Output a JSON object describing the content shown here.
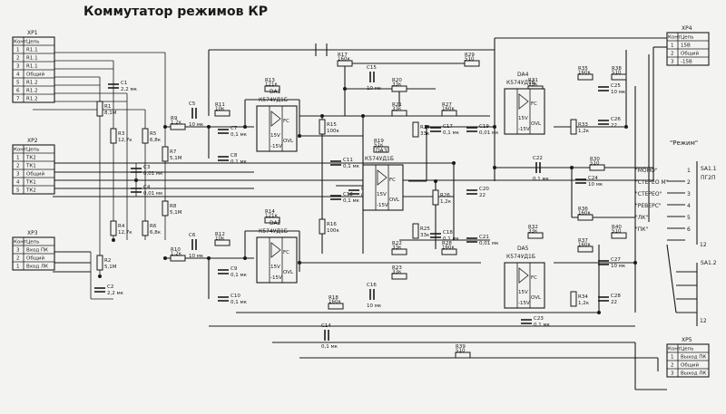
{
  "title": "Коммутатор режимов КР",
  "connectors": {
    "xp1": {
      "name": "XP1",
      "header_no": "Конт",
      "header_circuit": "Цепь",
      "rows": [
        [
          "1",
          "R1.1"
        ],
        [
          "2",
          "R1.1"
        ],
        [
          "3",
          "R1.1"
        ],
        [
          "4",
          "Общий"
        ],
        [
          "5",
          "R1.2"
        ],
        [
          "6",
          "R1.2"
        ],
        [
          "7",
          "R1.2"
        ]
      ]
    },
    "xp2": {
      "name": "XP2",
      "header_no": "Конт",
      "header_circuit": "Цепь",
      "rows": [
        [
          "1",
          "ТК2"
        ],
        [
          "2",
          "ТК1"
        ],
        [
          "3",
          "Общий"
        ],
        [
          "4",
          "ТК1"
        ],
        [
          "5",
          "ТК2"
        ]
      ]
    },
    "xp3": {
      "name": "XP3",
      "header_no": "Конт",
      "header_circuit": "Цепь",
      "rows": [
        [
          "3",
          "Вход ПК"
        ],
        [
          "2",
          "Общий"
        ],
        [
          "1",
          "Вход ЛК"
        ]
      ]
    },
    "xp4": {
      "name": "XP4",
      "header_no": "Конт",
      "header_circuit": "Цепь",
      "rows": [
        [
          "1",
          "15В"
        ],
        [
          "2",
          "Общий"
        ],
        [
          "3",
          "-15В"
        ]
      ]
    },
    "xp5": {
      "name": "XP5",
      "header_no": "Конт",
      "header_circuit": "Цепь",
      "rows": [
        [
          "1",
          "Выход ПК"
        ],
        [
          "2",
          "Общий"
        ],
        [
          "3",
          "Выход ЛК"
        ]
      ]
    }
  },
  "mode_switch": {
    "title": "\"Режим\"",
    "ref": "SA1.1",
    "ref2": "ПГ2П",
    "ref_b": "SA1.2",
    "b_top": "12",
    "b_bottom": "12",
    "positions": [
      {
        "label": "\"МОНО\"",
        "no": "1"
      },
      {
        "label": "\"СТЕРЕО М\"",
        "no": "2"
      },
      {
        "label": "\"СТЕРЕО\"",
        "no": "3"
      },
      {
        "label": "\"РЕВЕРС\"",
        "no": "4"
      },
      {
        "label": "\"ЛК\"",
        "no": "5"
      },
      {
        "label": "\"ПК\"",
        "no": "6"
      }
    ]
  },
  "opamps": [
    {
      "ref": "DA1",
      "type": "К574УД1Б"
    },
    {
      "ref": "DA2",
      "type": "К574УД1Б"
    },
    {
      "ref": "DA3",
      "type": "К574УД1Б"
    },
    {
      "ref": "DA4",
      "type": "К574УД1Б"
    },
    {
      "ref": "DA5",
      "type": "К574УД1Б"
    }
  ],
  "opamp_pins": {
    "fc": "FC",
    "ovl": "OVL",
    "pos": "15V",
    "neg": "-15V"
  },
  "resistors": [
    {
      "ref": "R1",
      "value": "8,1М"
    },
    {
      "ref": "R2",
      "value": "5,1М"
    },
    {
      "ref": "R3",
      "value": "12,7к"
    },
    {
      "ref": "R4",
      "value": "12,7к"
    },
    {
      "ref": "R5",
      "value": "6,8к"
    },
    {
      "ref": "R6",
      "value": "6,8к"
    },
    {
      "ref": "R7",
      "value": "5,1М"
    },
    {
      "ref": "R8",
      "value": "5,1М"
    },
    {
      "ref": "R9",
      "value": "1,2к"
    },
    {
      "ref": "R10",
      "value": "1,2к"
    },
    {
      "ref": "R11",
      "value": "10к"
    },
    {
      "ref": "R12",
      "value": "10к"
    },
    {
      "ref": "R13",
      "value": "121к"
    },
    {
      "ref": "R14",
      "value": "121к"
    },
    {
      "ref": "R15",
      "value": "100к"
    },
    {
      "ref": "R16",
      "value": "100к"
    },
    {
      "ref": "R17",
      "value": "160к"
    },
    {
      "ref": "R18",
      "value": "160к"
    },
    {
      "ref": "R19",
      "value": "51к"
    },
    {
      "ref": "R20",
      "value": "33к"
    },
    {
      "ref": "R21",
      "value": "33к"
    },
    {
      "ref": "R22",
      "value": "33к"
    },
    {
      "ref": "R23",
      "value": "33к"
    },
    {
      "ref": "R24",
      "value": "33к"
    },
    {
      "ref": "R25",
      "value": "33к"
    },
    {
      "ref": "R26",
      "value": "1,2к"
    },
    {
      "ref": "R27",
      "value": "160к"
    },
    {
      "ref": "R28",
      "value": "160к"
    },
    {
      "ref": "R29",
      "value": "510"
    },
    {
      "ref": "R30",
      "value": "510"
    },
    {
      "ref": "R31",
      "value": "33к"
    },
    {
      "ref": "R32",
      "value": "33к"
    },
    {
      "ref": "R33",
      "value": "1,2к"
    },
    {
      "ref": "R34",
      "value": "1,2к"
    },
    {
      "ref": "R35",
      "value": "160к"
    },
    {
      "ref": "R36",
      "value": "160к"
    },
    {
      "ref": "R37",
      "value": "160к"
    },
    {
      "ref": "R38",
      "value": "510"
    },
    {
      "ref": "R39",
      "value": "510"
    },
    {
      "ref": "R40",
      "value": "510"
    }
  ],
  "capacitors": [
    {
      "ref": "C1",
      "value": "2,2 мк"
    },
    {
      "ref": "C2",
      "value": "2,2 мк"
    },
    {
      "ref": "C3",
      "value": "0,01 мк"
    },
    {
      "ref": "C4",
      "value": "0,01 мк"
    },
    {
      "ref": "C5",
      "value": "10 мк"
    },
    {
      "ref": "C6",
      "value": "10 мк"
    },
    {
      "ref": "C7",
      "value": "0,1 мк"
    },
    {
      "ref": "C8",
      "value": "0,1 мк"
    },
    {
      "ref": "C9",
      "value": "0,1 мк"
    },
    {
      "ref": "C10",
      "value": "0,1 мк"
    },
    {
      "ref": "C11",
      "value": "0,1 мк"
    },
    {
      "ref": "C12",
      "value": "0,1 мк"
    },
    {
      "ref": "C13",
      "value": "0,1 мк"
    },
    {
      "ref": "C14",
      "value": "0,1 мк"
    },
    {
      "ref": "C15",
      "value": "10 мк"
    },
    {
      "ref": "C16",
      "value": "10 мк"
    },
    {
      "ref": "C17",
      "value": "0,1 мк"
    },
    {
      "ref": "C18",
      "value": "0,1 мк"
    },
    {
      "ref": "C19",
      "value": "0,01 мк"
    },
    {
      "ref": "C20",
      "value": "22"
    },
    {
      "ref": "C21",
      "value": "0,01 мк"
    },
    {
      "ref": "C22",
      "value": "0,1 мк"
    },
    {
      "ref": "C23",
      "value": "0,1 мк"
    },
    {
      "ref": "C24",
      "value": "10 мк"
    },
    {
      "ref": "C25",
      "value": "10 мк"
    },
    {
      "ref": "C26",
      "value": "22"
    },
    {
      "ref": "C27",
      "value": "10 мк"
    },
    {
      "ref": "C28",
      "value": "22"
    }
  ]
}
